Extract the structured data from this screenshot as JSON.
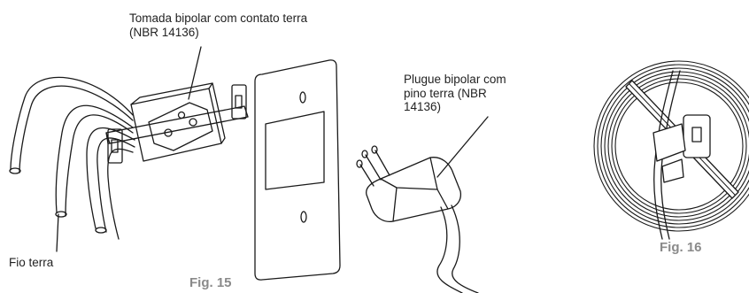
{
  "labels": {
    "socket": "Tomada bipolar com contato terra\n(NBR 14136)",
    "plug": "Plugue bipolar com\npino terra (NBR\n14136)",
    "ground_wire": "Fio terra"
  },
  "figures": {
    "fig15": "Fig. 15",
    "fig16": "Fig. 16"
  },
  "colors": {
    "line": "#1a1a1a",
    "prohibition": "#1a1a1a",
    "figure_caption": "#8a8a8a"
  },
  "icons": {
    "socket": "socket-icon",
    "wall_plate": "wall-plate-icon",
    "plug": "plug-icon",
    "ground_wires": "ground-wires-icon",
    "prohibition": "prohibition-icon"
  }
}
